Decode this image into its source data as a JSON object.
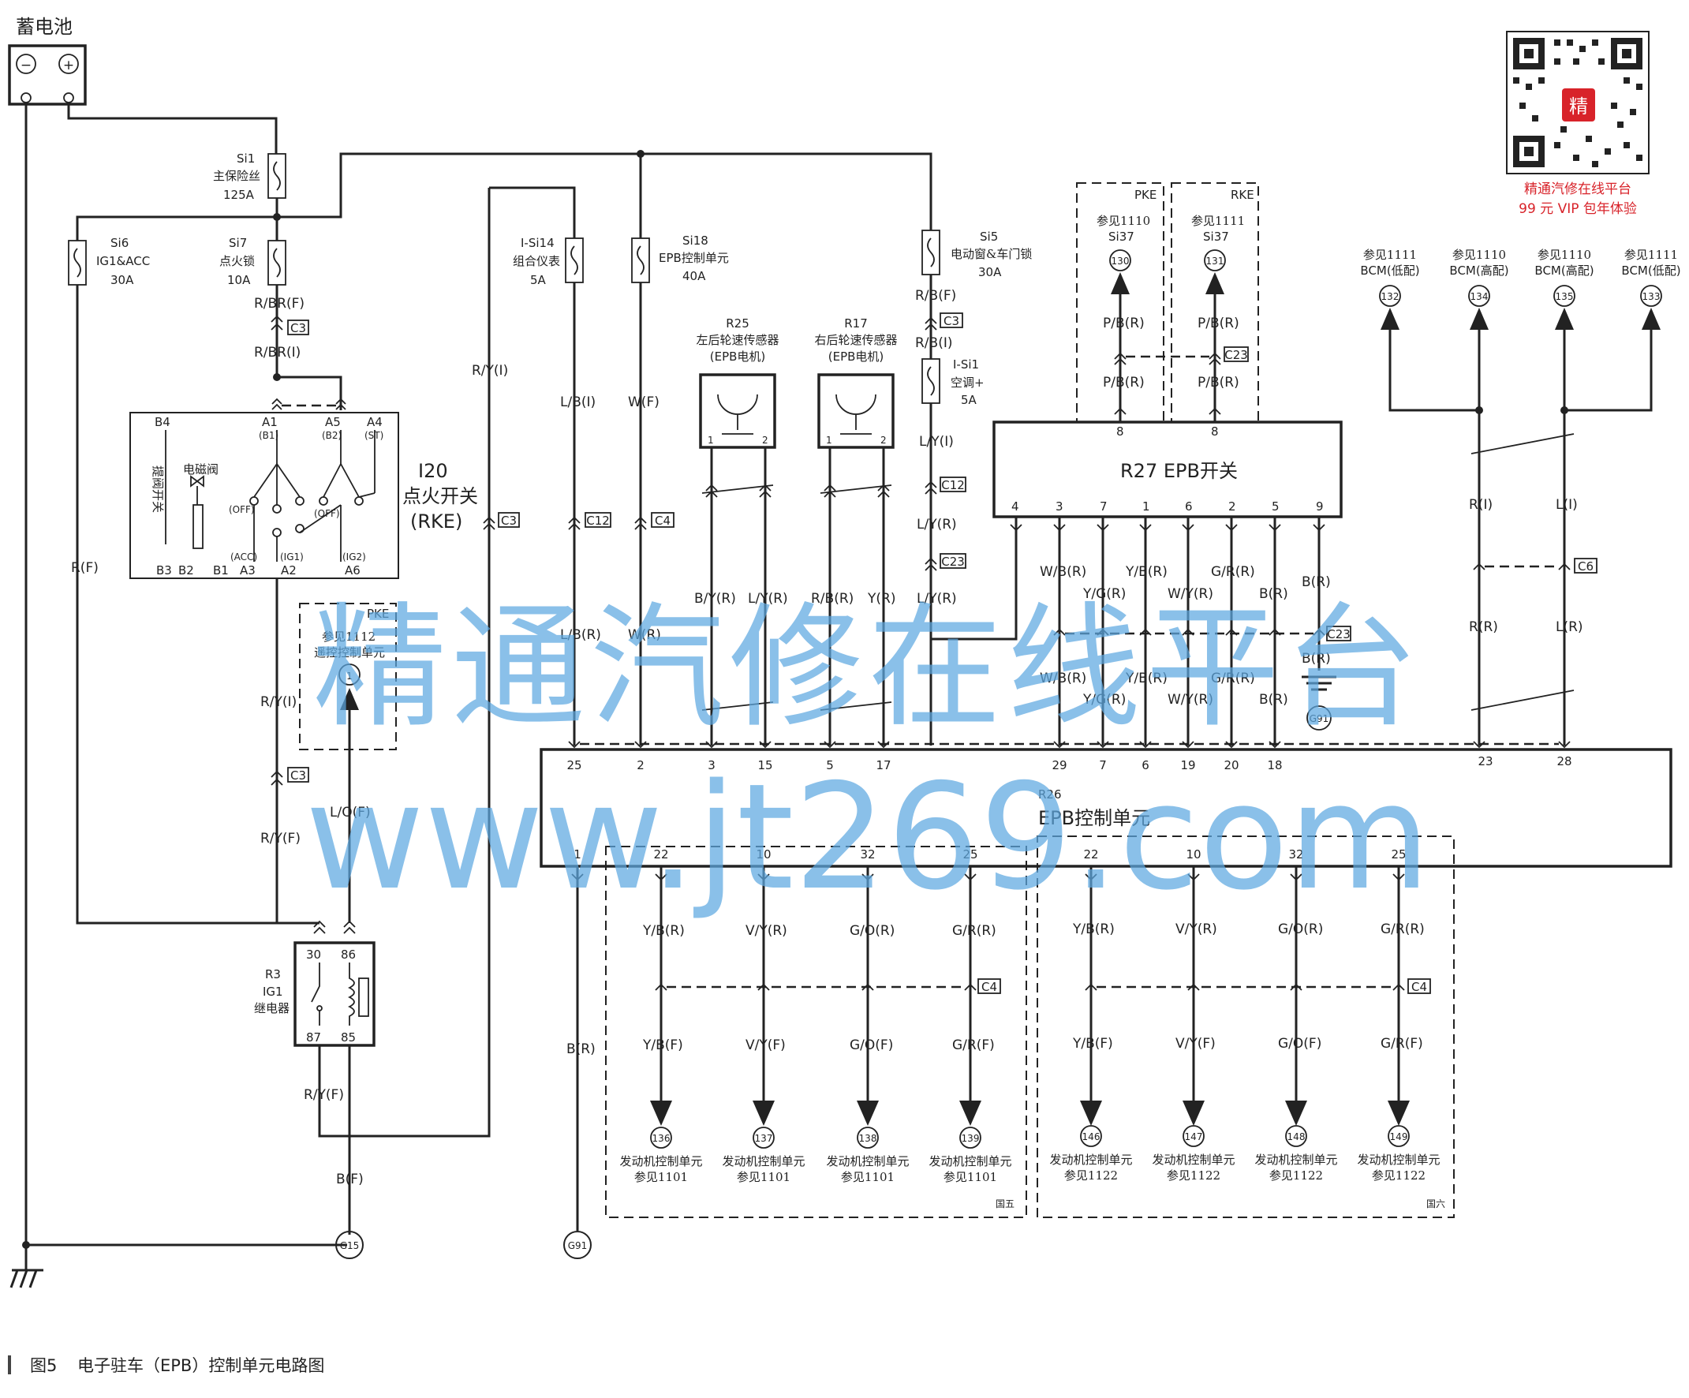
{
  "battery": {
    "label": "蓄电池",
    "minus": "−",
    "plus": "+"
  },
  "fuses": {
    "si1": {
      "id": "Si1",
      "name": "主保险丝",
      "rating": "125A"
    },
    "si6": {
      "id": "Si6",
      "name": "IG1&ACC",
      "rating": "30A"
    },
    "si7": {
      "id": "Si7",
      "name": "点火锁",
      "rating": "10A"
    },
    "isi14": {
      "id": "I-Si14",
      "name": "组合仪表",
      "rating": "5A"
    },
    "si18": {
      "id": "Si18",
      "name": "EPB控制单元",
      "rating": "40A"
    },
    "si5": {
      "id": "Si5",
      "name": "电动窗&车门锁",
      "rating": "30A"
    },
    "isi1": {
      "id": "I-Si1",
      "name": "空调+",
      "rating": "5A"
    }
  },
  "ignition": {
    "id": "I20",
    "name": "点火开关",
    "type": "(RKE)",
    "pins_top": [
      "B4",
      "A1",
      "A5",
      "A4"
    ],
    "pins_top_sub": [
      "(B1)",
      "(B2)",
      "(ST)"
    ],
    "pins_bottom": [
      "B3",
      "B2",
      "B1",
      "A3",
      "A2",
      "A6"
    ],
    "pins_bottom_sub": [
      "(ACC)",
      "(IG1)",
      "(IG2)"
    ],
    "brake_switch": "提阀开关",
    "solenoid": "电磁阀",
    "off1": "(OFF)",
    "off2": "(OFF)"
  },
  "pke_remote": {
    "tag": "PKE",
    "ref": "参见1112",
    "name": "遥控控制单元",
    "pin": "1"
  },
  "relay": {
    "id": "R3",
    "name": "IG1",
    "name2": "继电器",
    "pins": [
      "30",
      "86",
      "87",
      "85"
    ]
  },
  "sensors": {
    "r25": {
      "id": "R25",
      "name": "左后轮速传感器",
      "sub": "(EPB电机)",
      "pins": [
        "1",
        "2"
      ]
    },
    "r17": {
      "id": "R17",
      "name": "右后轮速传感器",
      "sub": "(EPB电机)",
      "pins": [
        "1",
        "2"
      ]
    }
  },
  "epb_switch": {
    "id": "R27 EPB开关",
    "pins": [
      "4",
      "3",
      "7",
      "1",
      "6",
      "2",
      "5",
      "9"
    ],
    "top_pins": [
      "8",
      "8"
    ]
  },
  "pke_rke": {
    "pke": {
      "tag": "PKE",
      "ref": "参见1110",
      "fuse": "Si37",
      "node": "130"
    },
    "rke": {
      "tag": "RKE",
      "ref": "参见1111",
      "fuse": "Si37",
      "node": "131"
    }
  },
  "bcm_refs": [
    {
      "ref": "参见1111",
      "name": "BCM(低配)",
      "node": "132"
    },
    {
      "ref": "参见1110",
      "name": "BCM(高配)",
      "node": "134"
    },
    {
      "ref": "参见1110",
      "name": "BCM(高配)",
      "node": "135"
    },
    {
      "ref": "参见1111",
      "name": "BCM(低配)",
      "node": "133"
    }
  ],
  "epb_unit": {
    "id": "R26",
    "name": "EPB控制单元",
    "top_pins": [
      "25",
      "2",
      "3",
      "15",
      "5",
      "17",
      "29",
      "7",
      "6",
      "19",
      "20",
      "18",
      "23",
      "28"
    ],
    "bottom_pins": [
      "1",
      "22",
      "10",
      "32",
      "25",
      "22",
      "10",
      "32",
      "25"
    ]
  },
  "wires": {
    "rbr_f": "R/BR(F)",
    "rbr_i": "R/BR(I)",
    "rf": "R(F)",
    "ry_i": "R/Y(I)",
    "ry_i2": "R/Y(I)",
    "ry_f": "R/Y(F)",
    "ry_f2": "R/Y(F)",
    "lo_f": "L/O(F)",
    "b_f": "B(F)",
    "lb_i": "L/B(I)",
    "lb_r": "L/B(R)",
    "w_f": "W(F)",
    "w_r": "W(R)",
    "by_r": "B/Y(R)",
    "ly_r1": "L/Y(R)",
    "rb_r": "R/B(R)",
    "y_r": "Y(R)",
    "rb_f": "R/B(F)",
    "rb_i": "R/B(I)",
    "ly_i": "L/Y(I)",
    "ly_r2": "L/Y(R)",
    "ly_r3": "L/Y(R)",
    "pb_r": "P/B(R)",
    "wb_r": "W/B(R)",
    "yg_r": "Y/G(R)",
    "yb_r": "Y/B(R)",
    "wy_r": "W/Y(R)",
    "gr_r": "G/R(R)",
    "b_r": "B(R)",
    "r_i": "R(I)",
    "l_i": "L(I)",
    "r_r": "R(R)",
    "l_r": "L(R)",
    "out_r": [
      "Y/B(R)",
      "V/Y(R)",
      "G/O(R)",
      "G/R(R)"
    ],
    "out_f": [
      "Y/B(F)",
      "V/Y(F)",
      "G/O(F)",
      "G/R(F)"
    ]
  },
  "connectors": {
    "c3": "C3",
    "c12": "C12",
    "c4": "C4",
    "c23": "C23",
    "c6": "C6"
  },
  "engine_refs": {
    "name": "发动机控制单元",
    "g5": {
      "ref": "参见1101",
      "nodes": [
        "136",
        "137",
        "138",
        "139"
      ],
      "tag": "国五"
    },
    "g6": {
      "ref": "参见1122",
      "nodes": [
        "146",
        "147",
        "148",
        "149"
      ],
      "tag": "国六"
    }
  },
  "grounds": {
    "g15": "G15",
    "g91": "G91",
    "g91b": "G91"
  },
  "watermark": {
    "line1": "精通汽修在线平台",
    "line2": "www.jt269.com"
  },
  "qr": {
    "badge": "精",
    "line1": "精通汽修在线平台",
    "line2": "99 元 VIP 包年体验"
  },
  "caption": {
    "fig": "图5",
    "text": "电子驻车（EPB）控制单元电路图"
  },
  "colors": {
    "watermark": "#5da7e0",
    "promo": "#d8232a",
    "ink": "#222222"
  }
}
